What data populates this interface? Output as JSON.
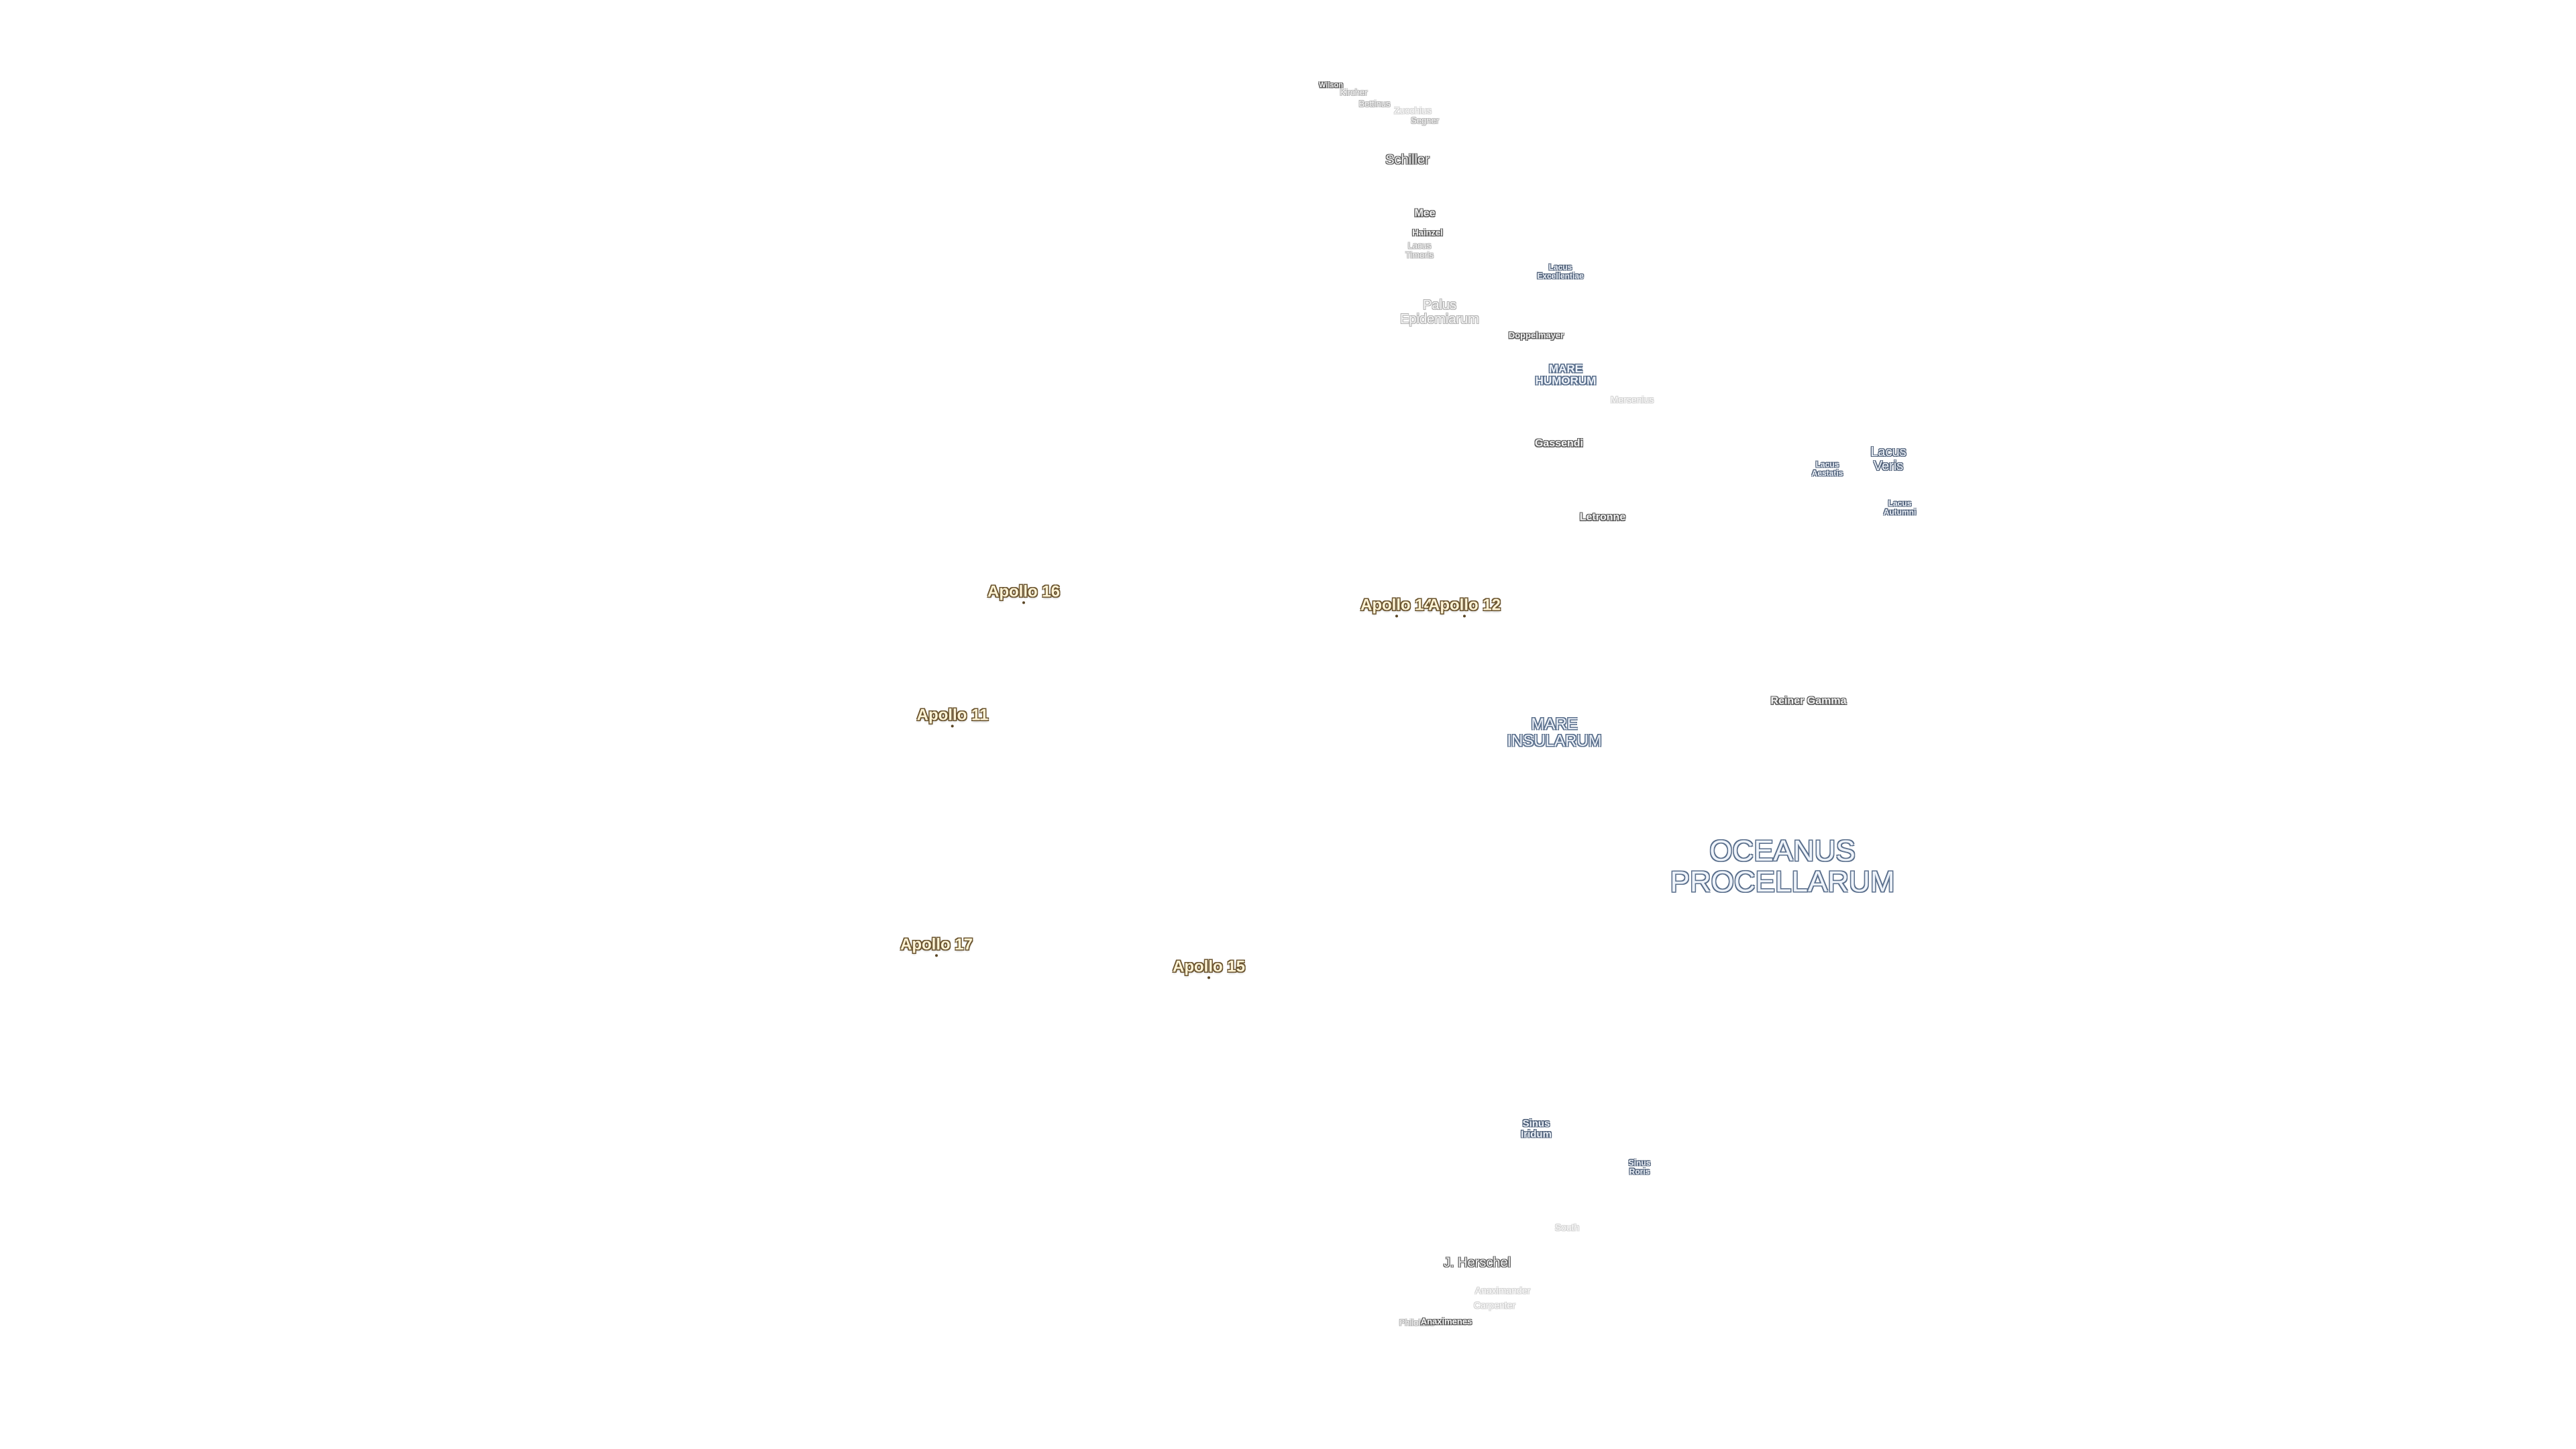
{
  "map": {
    "apollo": [
      "Apollo 16",
      "Apollo 14",
      "Apollo 12",
      "Apollo 11",
      "Apollo 17",
      "Apollo 15"
    ],
    "maria": {
      "oceanus_procellarum": [
        "OCEANUS",
        "PROCELLARUM"
      ],
      "mare_insularum": [
        "MARE",
        "INSULARUM"
      ],
      "mare_humorum": [
        "MARE",
        "HUMORUM"
      ]
    },
    "lacus": {
      "excellentiae": [
        "Lacus",
        "Excellentiae"
      ],
      "veris": [
        "Lacus",
        "Veris"
      ],
      "aestatis": [
        "Lacus",
        "Aestatis"
      ],
      "autumni": [
        "Lacus",
        "Autumni"
      ],
      "timoris": [
        "Lacus",
        "Timoris"
      ]
    },
    "sinus": {
      "iridum": [
        "Sinus",
        "Iridum"
      ],
      "roris": [
        "Sinus",
        "Roris"
      ]
    },
    "palus": {
      "epidemiarum": [
        "Palus",
        "Epidemiarum"
      ]
    },
    "features": {
      "wilson": "Wilson",
      "kircher": "Kircher",
      "bettinus": "Bettinus",
      "zucchius": "Zucchius",
      "segner": "Segner",
      "schiller": "Schiller",
      "mee": "Mee",
      "hainzel": "Hainzel",
      "doppelmayer": "Doppelmayer",
      "mersenius": "Mersenius",
      "gassendi": "Gassendi",
      "letronne": "Letronne",
      "reiner_gamma": "Reiner Gamma",
      "south": "South",
      "j_herschel": "J. Herschel",
      "anaximander": "Anaximander",
      "carpenter": "Carpenter",
      "philolaus": "Philolaus",
      "anaximenes": "Anaximenes"
    }
  }
}
